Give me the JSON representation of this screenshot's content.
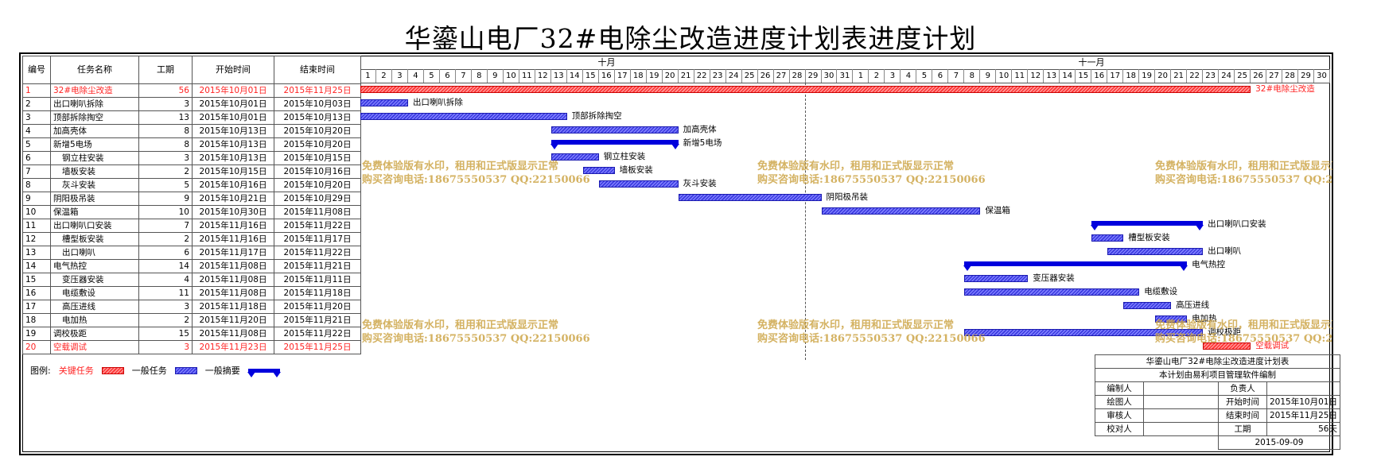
{
  "title": "华鎏山电厂32#电除尘改造进度计划表进度计划",
  "table_headers": {
    "no": "编号",
    "name": "任务名称",
    "duration": "工期",
    "start": "开始时间",
    "end": "结束时间"
  },
  "months": [
    "十月",
    "十一月"
  ],
  "days_oct": [
    "1",
    "2",
    "3",
    "4",
    "5",
    "6",
    "7",
    "8",
    "9",
    "10",
    "11",
    "12",
    "13",
    "14",
    "15",
    "16",
    "17",
    "18",
    "19",
    "20",
    "21",
    "22",
    "23",
    "24",
    "25",
    "26",
    "27",
    "28",
    "29",
    "30",
    "31"
  ],
  "days_nov": [
    "1",
    "2",
    "3",
    "4",
    "5",
    "6",
    "7",
    "8",
    "9",
    "10",
    "11",
    "12",
    "13",
    "14",
    "15",
    "16",
    "17",
    "18",
    "19",
    "20",
    "21",
    "22",
    "23",
    "24",
    "25",
    "26",
    "27",
    "28",
    "29",
    "30"
  ],
  "tasks": [
    {
      "no": "1",
      "name": "32#电除尘改造",
      "duration": "56",
      "start": "2015年10月01日",
      "end": "2015年11月25日",
      "kind": "critical",
      "indent": false,
      "red": true,
      "s": 1,
      "e": 56,
      "label": "32#电除尘改造"
    },
    {
      "no": "2",
      "name": "出口喇叭拆除",
      "duration": "3",
      "start": "2015年10月01日",
      "end": "2015年10月03日",
      "kind": "normal",
      "indent": false,
      "red": false,
      "s": 1,
      "e": 3,
      "label": "出口喇叭拆除"
    },
    {
      "no": "3",
      "name": "顶部拆除掏空",
      "duration": "13",
      "start": "2015年10月01日",
      "end": "2015年10月13日",
      "kind": "normal",
      "indent": false,
      "red": false,
      "s": 1,
      "e": 13,
      "label": "顶部拆除掏空"
    },
    {
      "no": "4",
      "name": "加高壳体",
      "duration": "8",
      "start": "2015年10月13日",
      "end": "2015年10月20日",
      "kind": "normal",
      "indent": false,
      "red": false,
      "s": 13,
      "e": 20,
      "label": "加高壳体"
    },
    {
      "no": "5",
      "name": "新增5电场",
      "duration": "8",
      "start": "2015年10月13日",
      "end": "2015年10月20日",
      "kind": "summary",
      "indent": false,
      "red": false,
      "s": 13,
      "e": 20,
      "label": "新增5电场"
    },
    {
      "no": "6",
      "name": "钢立柱安装",
      "duration": "3",
      "start": "2015年10月13日",
      "end": "2015年10月15日",
      "kind": "normal",
      "indent": true,
      "red": false,
      "s": 13,
      "e": 15,
      "label": "钢立柱安装"
    },
    {
      "no": "7",
      "name": "墙板安装",
      "duration": "2",
      "start": "2015年10月15日",
      "end": "2015年10月16日",
      "kind": "normal",
      "indent": true,
      "red": false,
      "s": 15,
      "e": 16,
      "label": "墙板安装"
    },
    {
      "no": "8",
      "name": "灰斗安装",
      "duration": "5",
      "start": "2015年10月16日",
      "end": "2015年10月20日",
      "kind": "normal",
      "indent": true,
      "red": false,
      "s": 16,
      "e": 20,
      "label": "灰斗安装"
    },
    {
      "no": "9",
      "name": "阴阳极吊装",
      "duration": "9",
      "start": "2015年10月21日",
      "end": "2015年10月29日",
      "kind": "normal",
      "indent": false,
      "red": false,
      "s": 21,
      "e": 29,
      "label": "阴阳极吊装"
    },
    {
      "no": "10",
      "name": "保温箱",
      "duration": "10",
      "start": "2015年10月30日",
      "end": "2015年11月08日",
      "kind": "normal",
      "indent": false,
      "red": false,
      "s": 30,
      "e": 39,
      "label": "保温箱"
    },
    {
      "no": "11",
      "name": "出口喇叭口安装",
      "duration": "7",
      "start": "2015年11月16日",
      "end": "2015年11月22日",
      "kind": "summary",
      "indent": false,
      "red": false,
      "s": 47,
      "e": 53,
      "label": "出口喇叭口安装"
    },
    {
      "no": "12",
      "name": "槽型板安装",
      "duration": "2",
      "start": "2015年11月16日",
      "end": "2015年11月17日",
      "kind": "normal",
      "indent": true,
      "red": false,
      "s": 47,
      "e": 48,
      "label": "槽型板安装"
    },
    {
      "no": "13",
      "name": "出口喇叭",
      "duration": "6",
      "start": "2015年11月17日",
      "end": "2015年11月22日",
      "kind": "normal",
      "indent": true,
      "red": false,
      "s": 48,
      "e": 53,
      "label": "出口喇叭"
    },
    {
      "no": "14",
      "name": "电气热控",
      "duration": "14",
      "start": "2015年11月08日",
      "end": "2015年11月21日",
      "kind": "summary",
      "indent": false,
      "red": false,
      "s": 39,
      "e": 52,
      "label": "电气热控"
    },
    {
      "no": "15",
      "name": "变压器安装",
      "duration": "4",
      "start": "2015年11月08日",
      "end": "2015年11月11日",
      "kind": "normal",
      "indent": true,
      "red": false,
      "s": 39,
      "e": 42,
      "label": "变压器安装"
    },
    {
      "no": "16",
      "name": "电缆敷设",
      "duration": "11",
      "start": "2015年11月08日",
      "end": "2015年11月18日",
      "kind": "normal",
      "indent": true,
      "red": false,
      "s": 39,
      "e": 49,
      "label": "电缆敷设"
    },
    {
      "no": "17",
      "name": "高压进线",
      "duration": "3",
      "start": "2015年11月18日",
      "end": "2015年11月20日",
      "kind": "normal",
      "indent": true,
      "red": false,
      "s": 49,
      "e": 51,
      "label": "高压进线"
    },
    {
      "no": "18",
      "name": "电加热",
      "duration": "2",
      "start": "2015年11月20日",
      "end": "2015年11月21日",
      "kind": "normal",
      "indent": true,
      "red": false,
      "s": 51,
      "e": 52,
      "label": "电加热"
    },
    {
      "no": "19",
      "name": "调校极距",
      "duration": "15",
      "start": "2015年11月08日",
      "end": "2015年11月22日",
      "kind": "normal",
      "indent": false,
      "red": false,
      "s": 39,
      "e": 53,
      "label": "调校极距"
    },
    {
      "no": "20",
      "name": "空载调试",
      "duration": "3",
      "start": "2015年11月23日",
      "end": "2015年11月25日",
      "kind": "critical",
      "indent": false,
      "red": true,
      "s": 54,
      "e": 56,
      "label": "空载调试"
    }
  ],
  "watermark": {
    "line1": "免费体验版有水印，租用和正式版显示正常",
    "line2": "购买咨询电话:18675550537 QQ:22150066"
  },
  "legend": {
    "title": "图例:",
    "critical": "关键任务",
    "normal": "一般任务",
    "summary": "一般摘要"
  },
  "info": {
    "title": "华鎏山电厂32#电除尘改造进度计划表",
    "subtitle": "本计划由易利项目管理软件编制",
    "editor_label": "编制人",
    "owner_label": "负责人",
    "drawer_label": "绘图人",
    "start_label": "开始时间",
    "start_value": "2015年10月01日",
    "reviewer_label": "审核人",
    "end_label": "结束时间",
    "end_value": "2015年11月25日",
    "proofreader_label": "校对人",
    "duration_label": "工期",
    "duration_value": "56天",
    "date": "2015-09-09"
  },
  "colors": {
    "critical": "#ff3333",
    "normal": "#3a3adf",
    "summary": "#0000dd",
    "red_text": "#ff2222",
    "watermark": "#cda546"
  }
}
